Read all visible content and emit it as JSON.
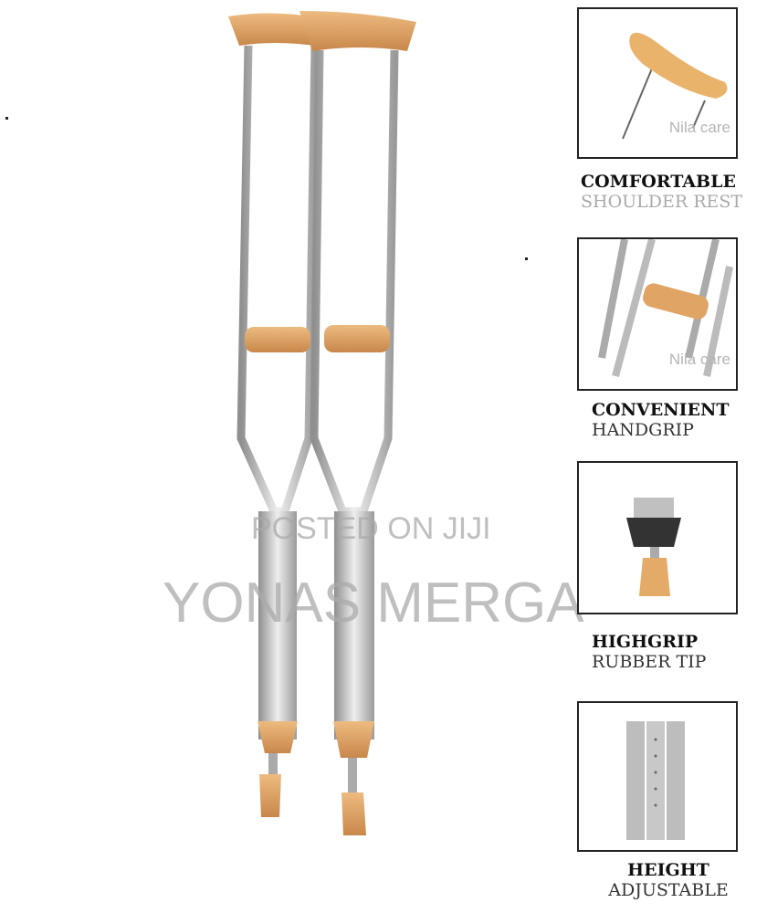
{
  "watermark": {
    "line1": "POSTED ON JIJI",
    "line2": "YONAS MERGA"
  },
  "features": [
    {
      "title": "COMFORTABLE",
      "subtitle": "SHOULDER REST",
      "brand": "Nila care",
      "icon": "shoulder-rest"
    },
    {
      "title": "CONVENIENT",
      "subtitle": "HANDGRIP",
      "brand": "Nila care",
      "icon": "handgrip"
    },
    {
      "title": "HIGHGRIP",
      "subtitle": "RUBBER TIP",
      "icon": "rubber-tip"
    },
    {
      "title": "HEIGHT",
      "subtitle": "ADJUSTABLE",
      "icon": "adjustable-tube"
    }
  ],
  "colors": {
    "pad": "#e0a464",
    "metal": "#b8b8b8",
    "border": "#222222"
  }
}
